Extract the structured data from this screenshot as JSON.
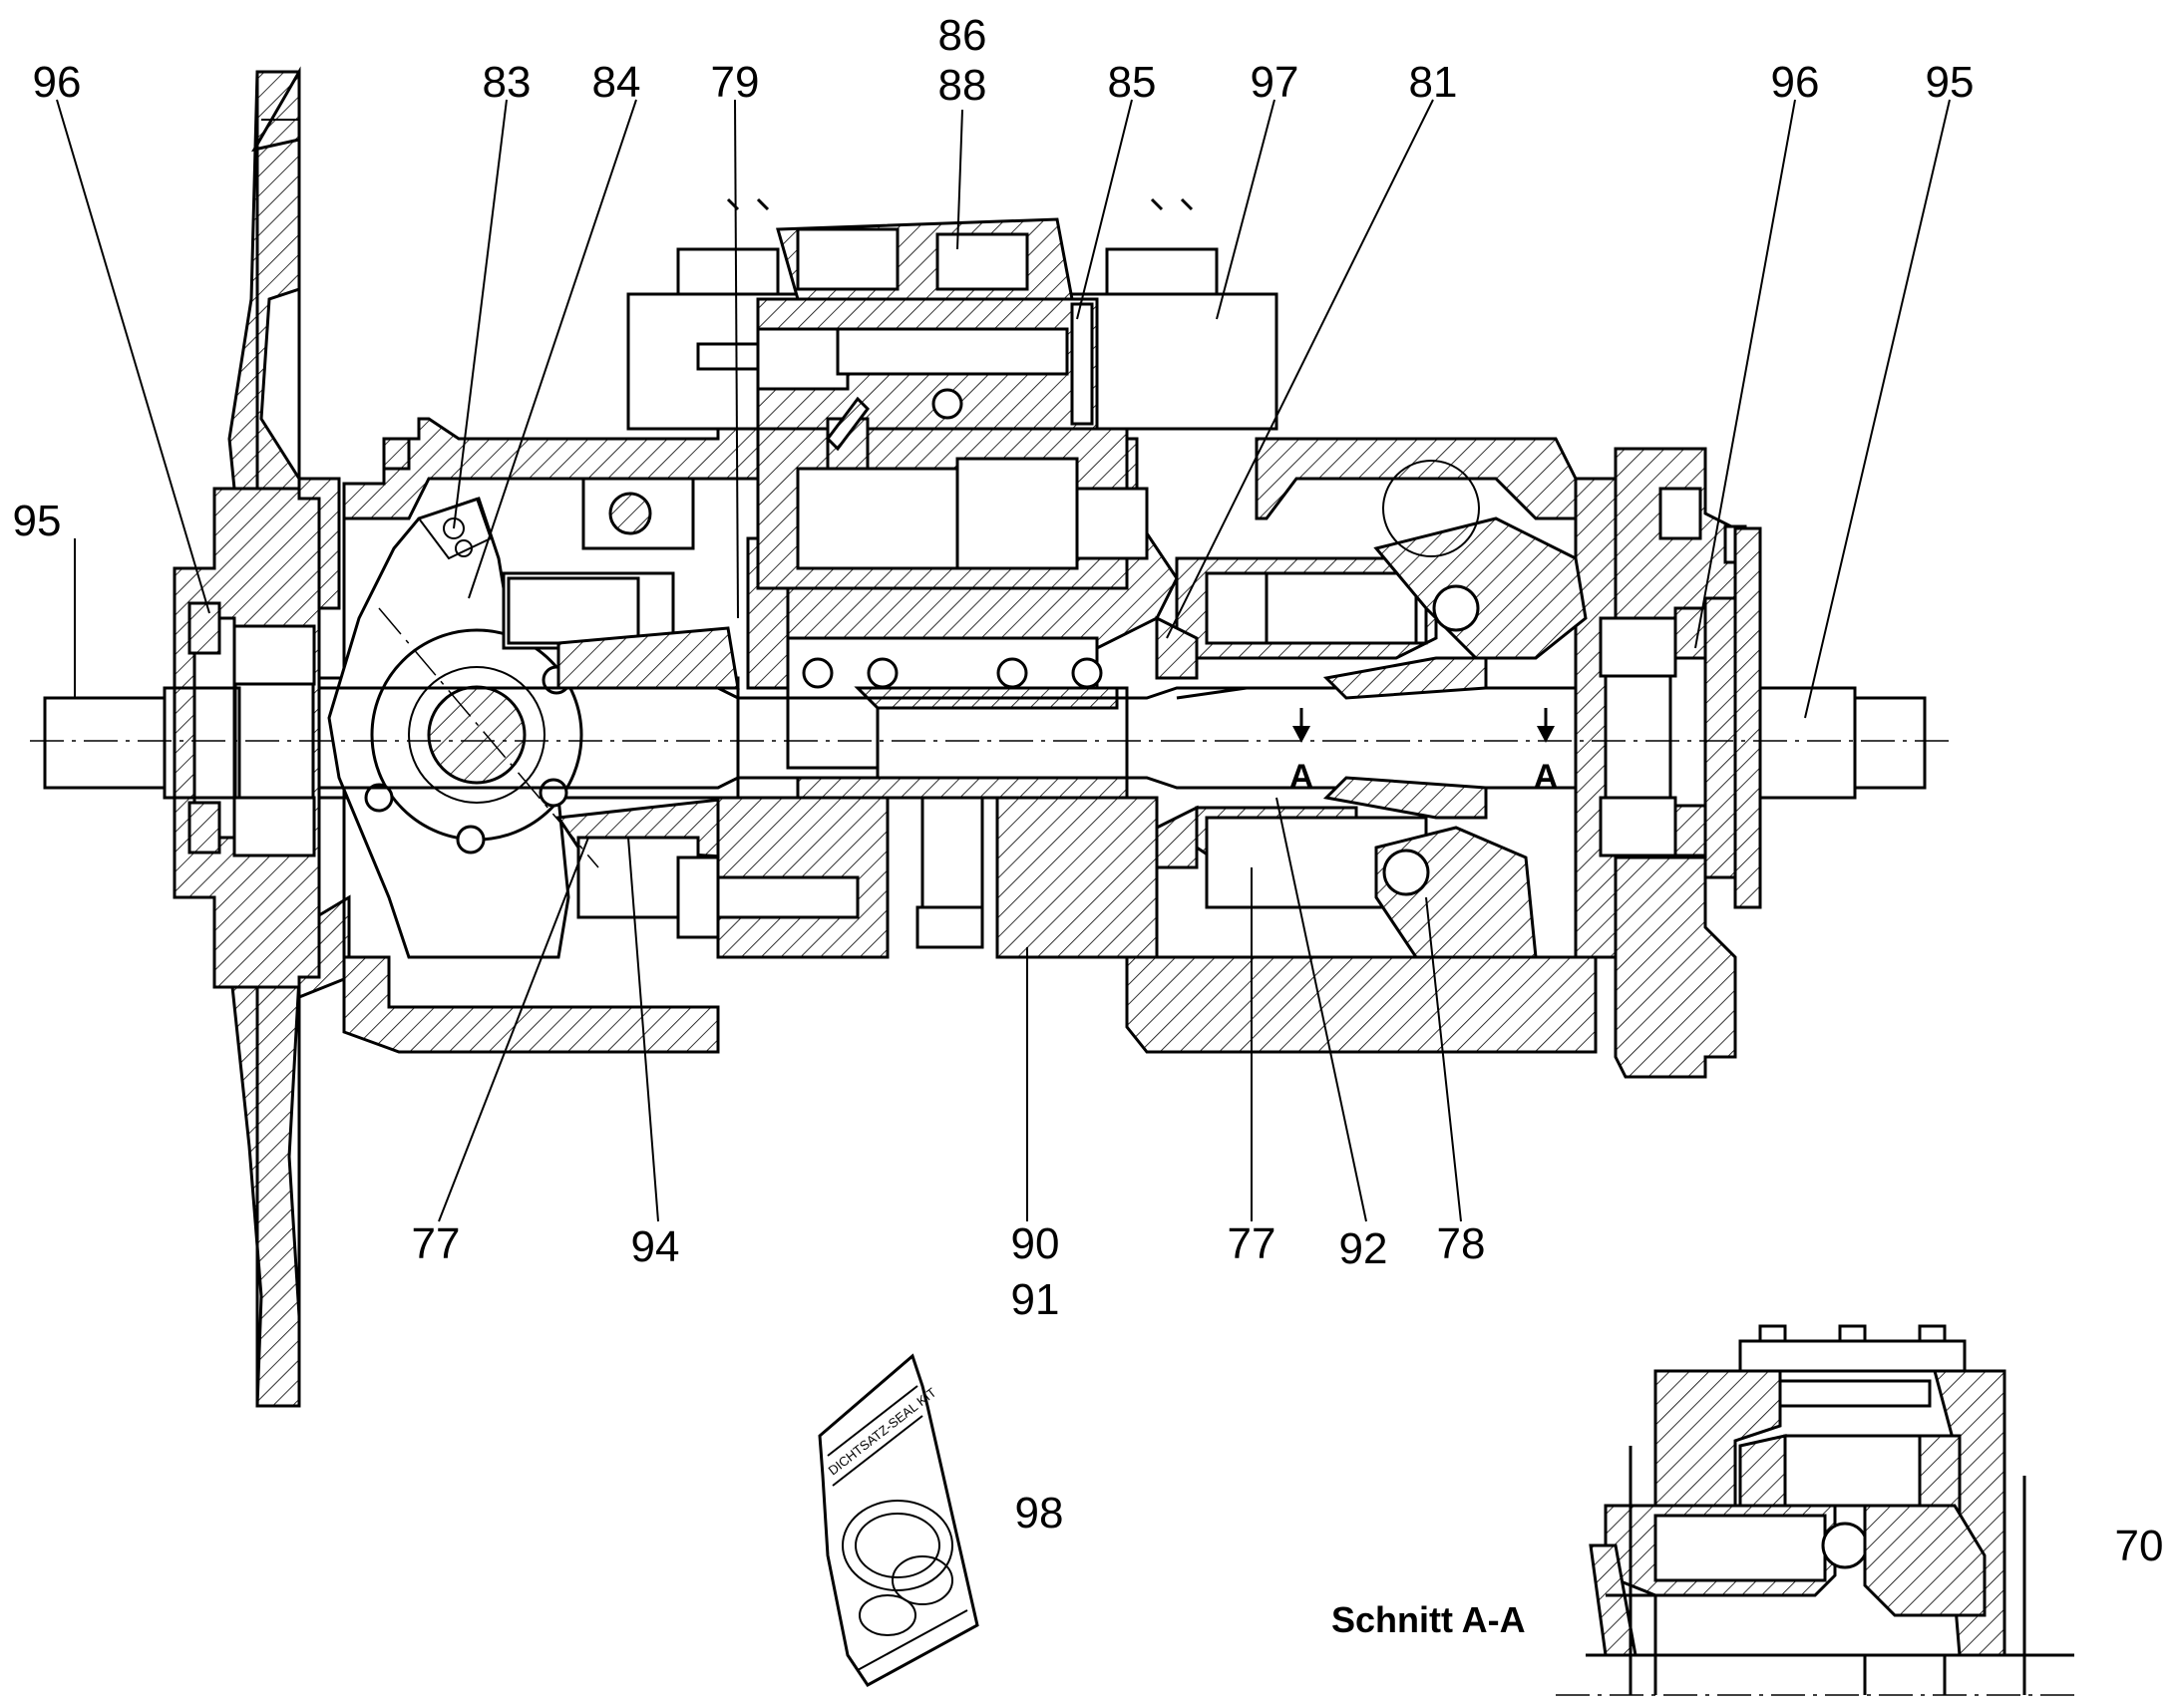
{
  "part_labels": {
    "l96a": "96",
    "l83": "83",
    "l84": "84",
    "l79": "79",
    "l86": "86",
    "l88": "88",
    "l85": "85",
    "l97": "97",
    "l81": "81",
    "l96b": "96",
    "l95b": "95",
    "l95a": "95",
    "l77a": "77",
    "l94": "94",
    "l90": "90",
    "l91": "91",
    "l77b": "77",
    "l92": "92",
    "l78": "78",
    "l98": "98",
    "l70": "70"
  },
  "section_marks": {
    "left": "A",
    "right": "A"
  },
  "section_caption": "Schnitt A-A",
  "seal_kit_text": "DICHTSATZ-SEAL KIT"
}
